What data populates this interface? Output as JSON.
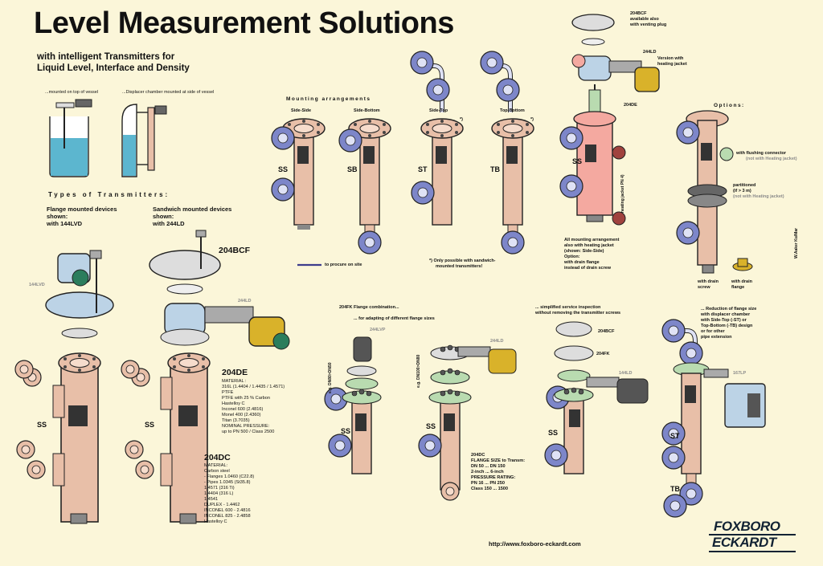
{
  "title": "Level Measurement Solutions",
  "subtitle_line1": "with intelligent Transmitters for",
  "subtitle_line2": "Liquid Level, Interface and Density",
  "cap_top_vessel": "...mounted on top of vessel",
  "cap_displacer": "...Displacer chamber mounted at side of vessel",
  "types_heading": "Types of Transmitters:",
  "flange_title": "Flange mounted devices",
  "flange_shown": "shown:",
  "flange_model": "with 144LVD",
  "sandwich_title": "Sandwich mounted devices",
  "sandwich_shown": "shown:",
  "sandwich_model": "with 244LD",
  "lbl_144lvd": "144LVD",
  "lbl_204bcf": "204BCF",
  "lbl_244ld": "244LD",
  "lbl_204de": "204DE",
  "lbl_204dc": "204DC",
  "lbl_ss": "SS",
  "lbl_sb": "SB",
  "lbl_st": "ST",
  "lbl_tb": "TB",
  "mat_204de": [
    "MATERIAL :",
    "316L (1.4404 / 1.4435 / 1.4571)",
    "PTFE",
    "PTFE with 25 % Carbon",
    "Hastelloy C",
    "Inconel 600 (2.4816)",
    "Monel 400   (2.4360)",
    "Titan         (3.7035)",
    "NOMINAL PRESSURE:",
    "up to PN 500 / Class 2500"
  ],
  "mat_204dc": [
    "MATERIAL:",
    "Carbon steel",
    "- Flanges 1.0460 (C22.8)",
    "- Pipes 1.0345 (St35.8)",
    "1.4571 (316 Ti)",
    "1.4404 (316 L)",
    "1.4541",
    "DUPLEX       - 1.4462",
    "INCONEL 600  - 2.4816",
    "INCONEL 825  - 2.4858",
    "Hastelloy C"
  ],
  "mounting_heading": "Mounting arrangements",
  "mount_side_side": "Side-Side",
  "mount_side_bottom": "Side-Bottom",
  "mount_side_top": "Side-Top",
  "mount_top_bottom": "Top-Bottom",
  "asterisk": "*)",
  "procure_note": "to procure on site",
  "sandwich_note_1": "*) Only possible with sandwich-",
  "sandwich_note_2": "mounted transmitters!",
  "jacket_204bcf_1": "204BCF",
  "jacket_204bcf_2": "available also",
  "jacket_204bcf_3": "with venting plug",
  "jacket_244ld": "244LD",
  "jacket_version_1": "Version with",
  "jacket_version_2": "heating jacket",
  "jacket_204de": "204DE",
  "jacket_vertical": "heating jacket PN 4)",
  "jacket_note": [
    "All mounting arrangement",
    "also with heating jacket",
    "(shown: Side-Side)",
    "Option:",
    "with drain flange",
    "instead of drain screw"
  ],
  "options_heading": "Options:",
  "opt_flushing": "with flushing connector",
  "opt_flushing_note": "(not with Heating jacket)",
  "opt_partitioned": "partitioned",
  "opt_partitioned_2": "(if > 3 m)",
  "opt_partitioned_note": "(not with Heating jacket)",
  "opt_drain_screw_1": "with drain",
  "opt_drain_screw_2": "screw",
  "opt_drain_flange_1": "with drain",
  "opt_drain_flange_2": "flange",
  "fk_title": "204FK Flange combination...",
  "fk_sub": "... for adapting of different flange sizes",
  "fk_244lvp": "244LVP",
  "fk_244ld": "244LD",
  "fk_dim1_a": "e.g.",
  "fk_dim1_b": "DN80>DN50",
  "fk_dim2_a": "e.g.",
  "fk_dim2_b": "DN100>DN80",
  "fk_204dc_note": [
    "204DC",
    "FLANGE SIZE to Transm:",
    "DN 50 ... DN 150",
    "2-inch ... 6-inch",
    "PRESSURE RATING:",
    "PN 16 ... PN 250",
    "Class 150 ... 1500"
  ],
  "svc_title_1": "... simplified service inspection",
  "svc_title_2": "without removing the transmitter screws",
  "svc_204bcf": "204BCF",
  "svc_204fk": "204FK",
  "svc_144ld": "144LD",
  "red_note": [
    "... Reduction of flange size",
    "with displacer chamber",
    "with Side-Top (-ST) or",
    "Top-Bottom (-TB) design",
    "or for other",
    "pipe extension"
  ],
  "red_167lp": "167LP",
  "side_print": "W.Aaker Ku/Mar",
  "url": "http://www.foxboro-eckardt.com",
  "logo_line1": "FOXBORO",
  "logo_line2": "ECKARDT",
  "colors": {
    "background": "#fbf6d9",
    "pipe": "#e8bfa8",
    "flange": "#e8bfa8",
    "jacket": "#f4a9a0",
    "transmitter": "#bcd3e6",
    "accent_yellow": "#d9b22a",
    "accent_green": "#b9dbb0",
    "valve_blue": "#7d86c9",
    "vessel_fill": "#5cb6cf"
  }
}
